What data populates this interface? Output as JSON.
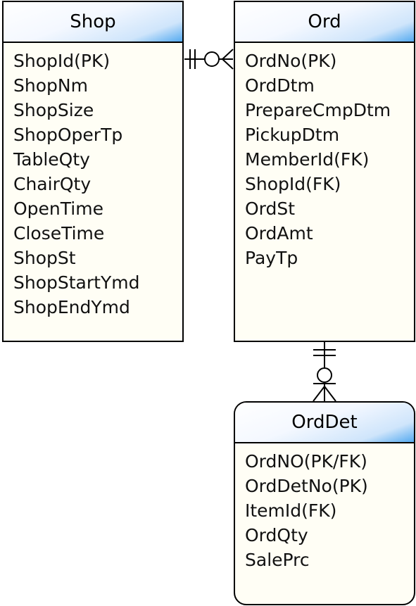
{
  "entities": {
    "shop": {
      "title": "Shop",
      "fields": [
        "ShopId(PK)",
        "ShopNm",
        "ShopSize",
        "ShopOperTp",
        "TableQty",
        "ChairQty",
        "OpenTime",
        "CloseTime",
        "ShopSt",
        "ShopStartYmd",
        "ShopEndYmd"
      ]
    },
    "ord": {
      "title": "Ord",
      "fields": [
        "OrdNo(PK)",
        "OrdDtm",
        "PrepareCmpDtm",
        "PickupDtm",
        "MemberId(FK)",
        "ShopId(FK)",
        "OrdSt",
        "OrdAmt",
        "PayTp"
      ]
    },
    "orddet": {
      "title": "OrdDet",
      "fields": [
        "OrdNO(PK/FK)",
        "OrdDetNo(PK)",
        "ItemId(FK)",
        "OrdQty",
        "SalePrc"
      ]
    }
  },
  "relationships": [
    {
      "from": "Shop",
      "to": "Ord",
      "from_cardinality": "exactly-one",
      "to_cardinality": "zero-or-many"
    },
    {
      "from": "Ord",
      "to": "OrdDet",
      "from_cardinality": "exactly-one",
      "to_cardinality": "zero-or-many"
    }
  ],
  "colors": {
    "border": "#000000",
    "body_fill": "#fffef5",
    "header_gradient_end": "#55aaf0"
  }
}
